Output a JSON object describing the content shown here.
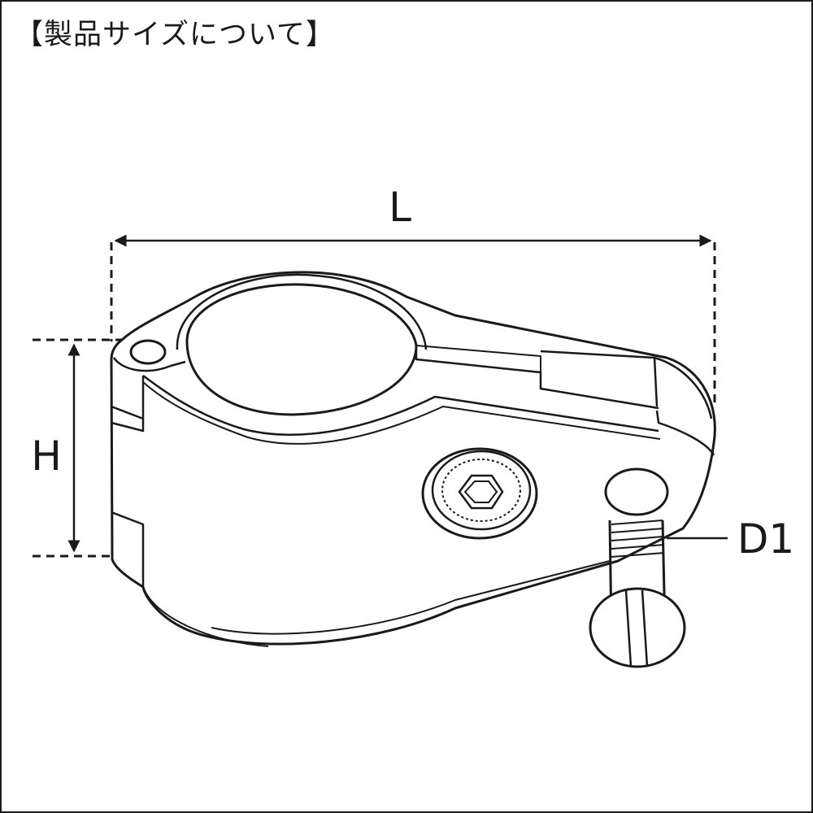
{
  "title": "【製品サイズについて】",
  "dimensions": {
    "length_label": "L",
    "height_label": "H",
    "pin_diameter_label": "D1"
  },
  "colors": {
    "line": "#1a1a1a",
    "background": "#ffffff"
  }
}
